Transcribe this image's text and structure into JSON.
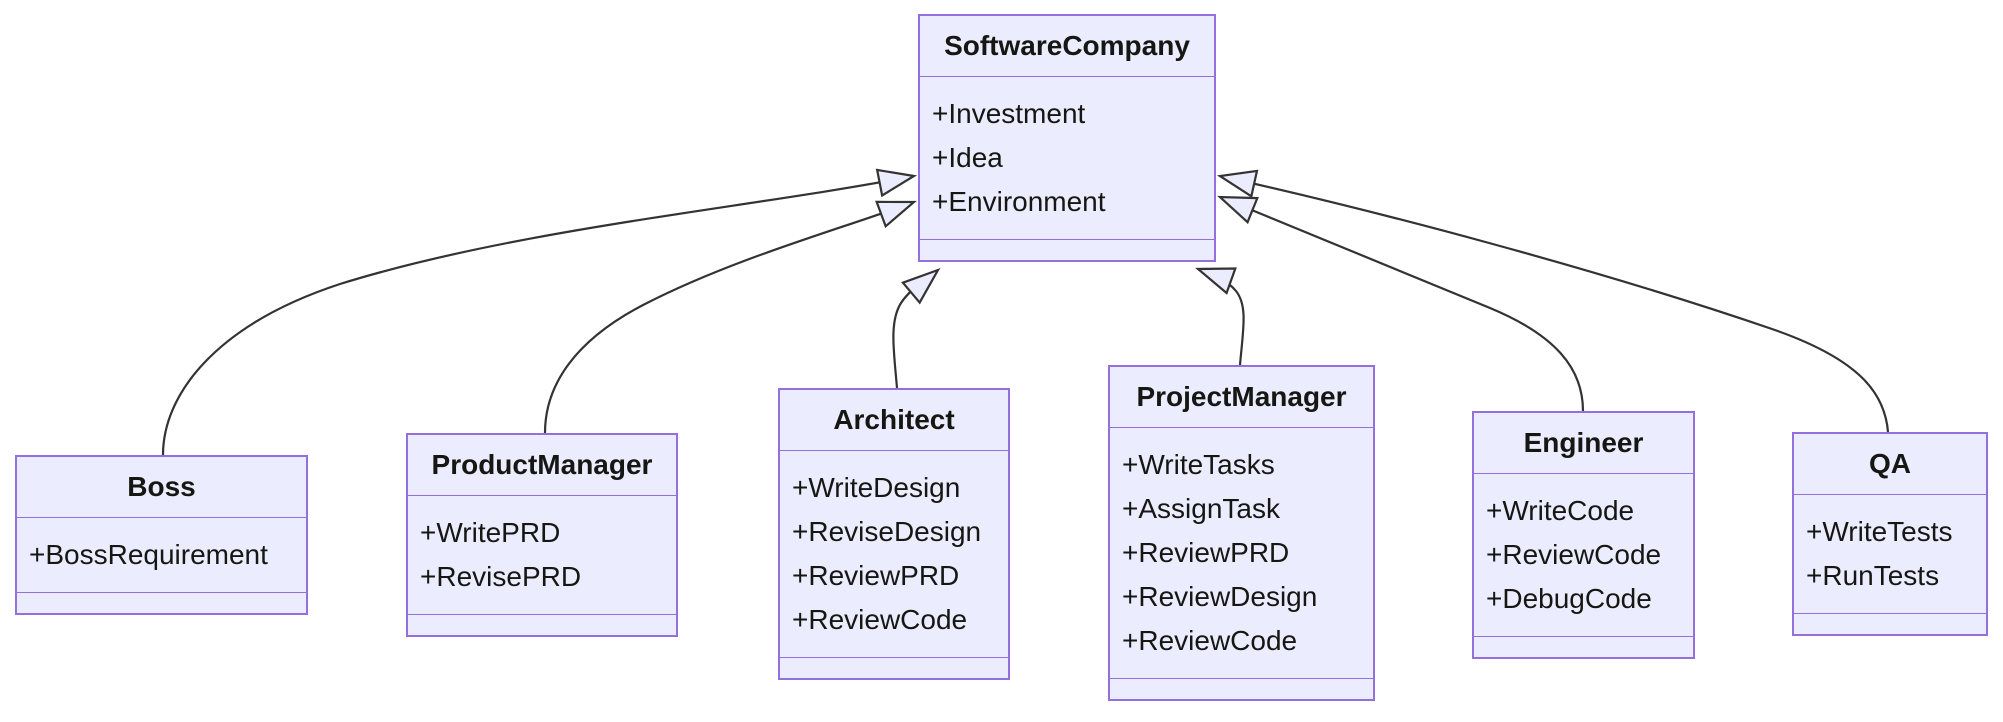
{
  "diagram": {
    "kind": "uml-class-diagram",
    "colors": {
      "background": "#ffffff",
      "box-fill": "#ECECFF",
      "box-border": "#9370DB",
      "line": "#333333",
      "text": "#161613"
    },
    "classes": [
      {
        "id": "software-company",
        "name": "SoftwareCompany",
        "members": [
          "+Investment",
          "+Idea",
          "+Environment"
        ]
      },
      {
        "id": "boss",
        "name": "Boss",
        "members": [
          "+BossRequirement"
        ]
      },
      {
        "id": "product-manager",
        "name": "ProductManager",
        "members": [
          "+WritePRD",
          "+RevisePRD"
        ]
      },
      {
        "id": "architect",
        "name": "Architect",
        "members": [
          "+WriteDesign",
          "+ReviseDesign",
          "+ReviewPRD",
          "+ReviewCode"
        ]
      },
      {
        "id": "project-manager",
        "name": "ProjectManager",
        "members": [
          "+WriteTasks",
          "+AssignTask",
          "+ReviewPRD",
          "+ReviewDesign",
          "+ReviewCode"
        ]
      },
      {
        "id": "engineer",
        "name": "Engineer",
        "members": [
          "+WriteCode",
          "+ReviewCode",
          "+DebugCode"
        ]
      },
      {
        "id": "qa",
        "name": "QA",
        "members": [
          "+WriteTests",
          "+RunTests"
        ]
      }
    ],
    "relations": [
      {
        "from": "Boss",
        "to": "SoftwareCompany",
        "type": "inheritance"
      },
      {
        "from": "ProductManager",
        "to": "SoftwareCompany",
        "type": "inheritance"
      },
      {
        "from": "Architect",
        "to": "SoftwareCompany",
        "type": "inheritance"
      },
      {
        "from": "ProjectManager",
        "to": "SoftwareCompany",
        "type": "inheritance"
      },
      {
        "from": "Engineer",
        "to": "SoftwareCompany",
        "type": "inheritance"
      },
      {
        "from": "QA",
        "to": "SoftwareCompany",
        "type": "inheritance"
      }
    ]
  }
}
